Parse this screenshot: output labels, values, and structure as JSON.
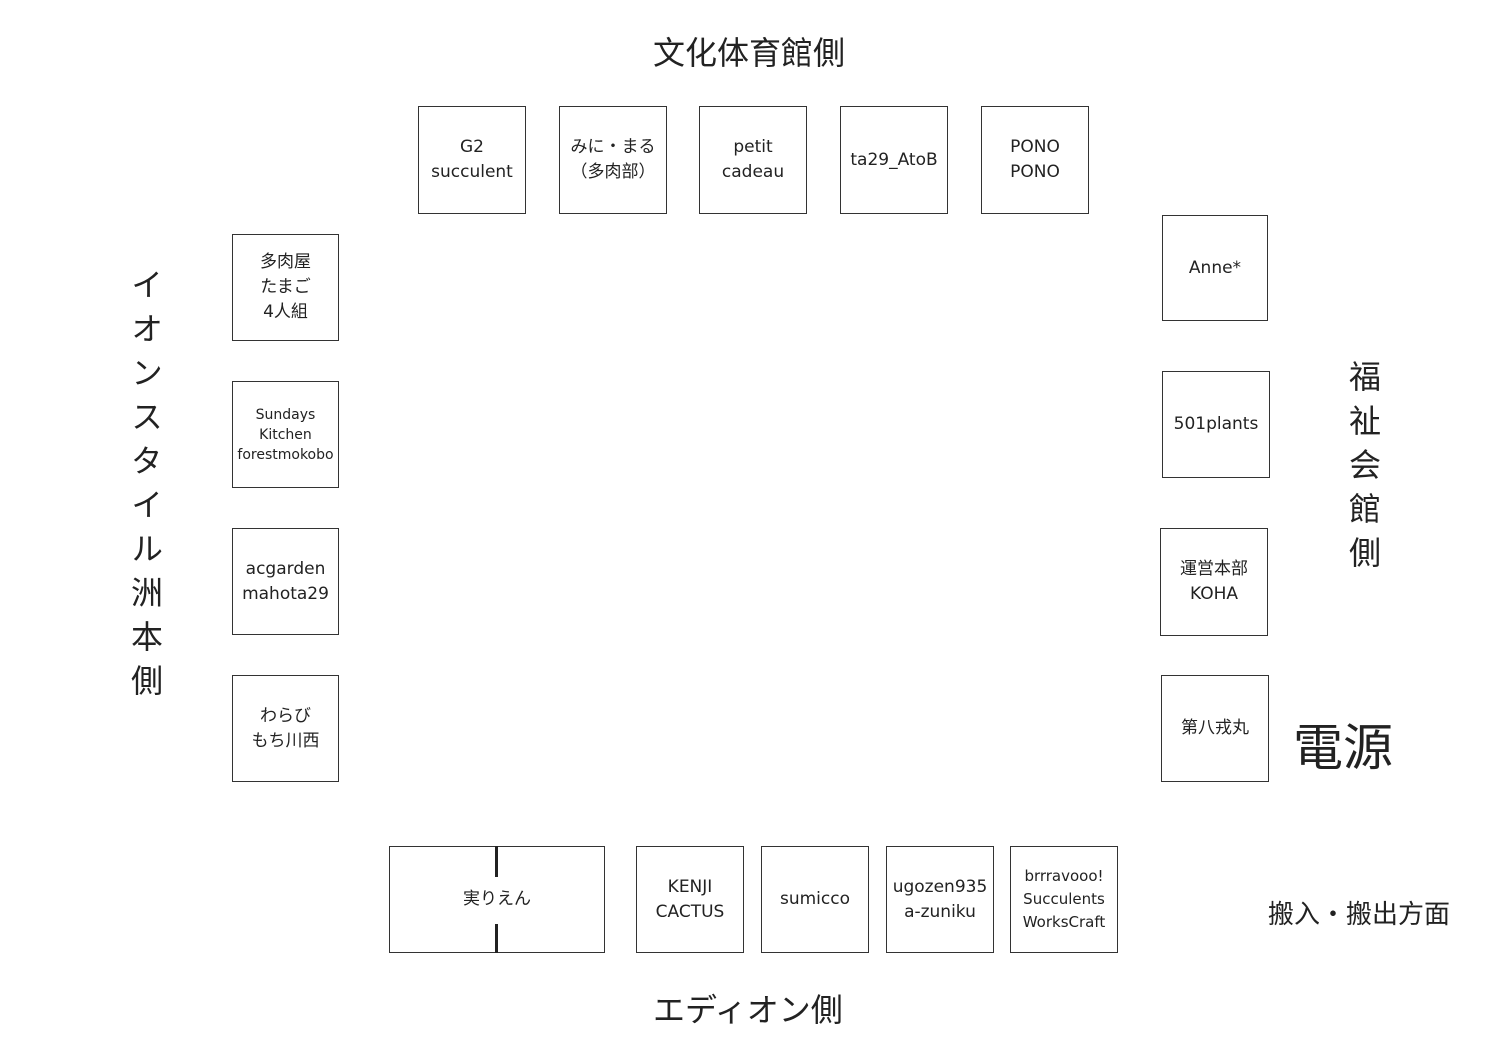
{
  "labels": {
    "top": "文化体育館側",
    "bottom": "エディオン側",
    "left": "イオンスタイル洲本側",
    "right": "福祉会館側",
    "power": "電源",
    "loading": "搬入・搬出方面"
  },
  "booths": {
    "top": [
      "G2\nsucculent",
      "みに・まる\n（多肉部）",
      "petit\ncadeau",
      "ta29_AtoB",
      "PONO\nPONO"
    ],
    "left": [
      "多肉屋\nたまご\n4人組",
      "Sundays\nKitchen\nforestmokobo",
      "acgarden\nmahota29",
      "わらび\nもち川西"
    ],
    "right": [
      "Anne*",
      "501plants",
      "運営本部\nKOHA",
      "第八戎丸"
    ],
    "bottom": [
      "実りえん",
      "KENJI\nCACTUS",
      "sumicco",
      "ugozen935\na-zuniku",
      "brrravooo!\nSucculents\nWorksCraft"
    ]
  }
}
